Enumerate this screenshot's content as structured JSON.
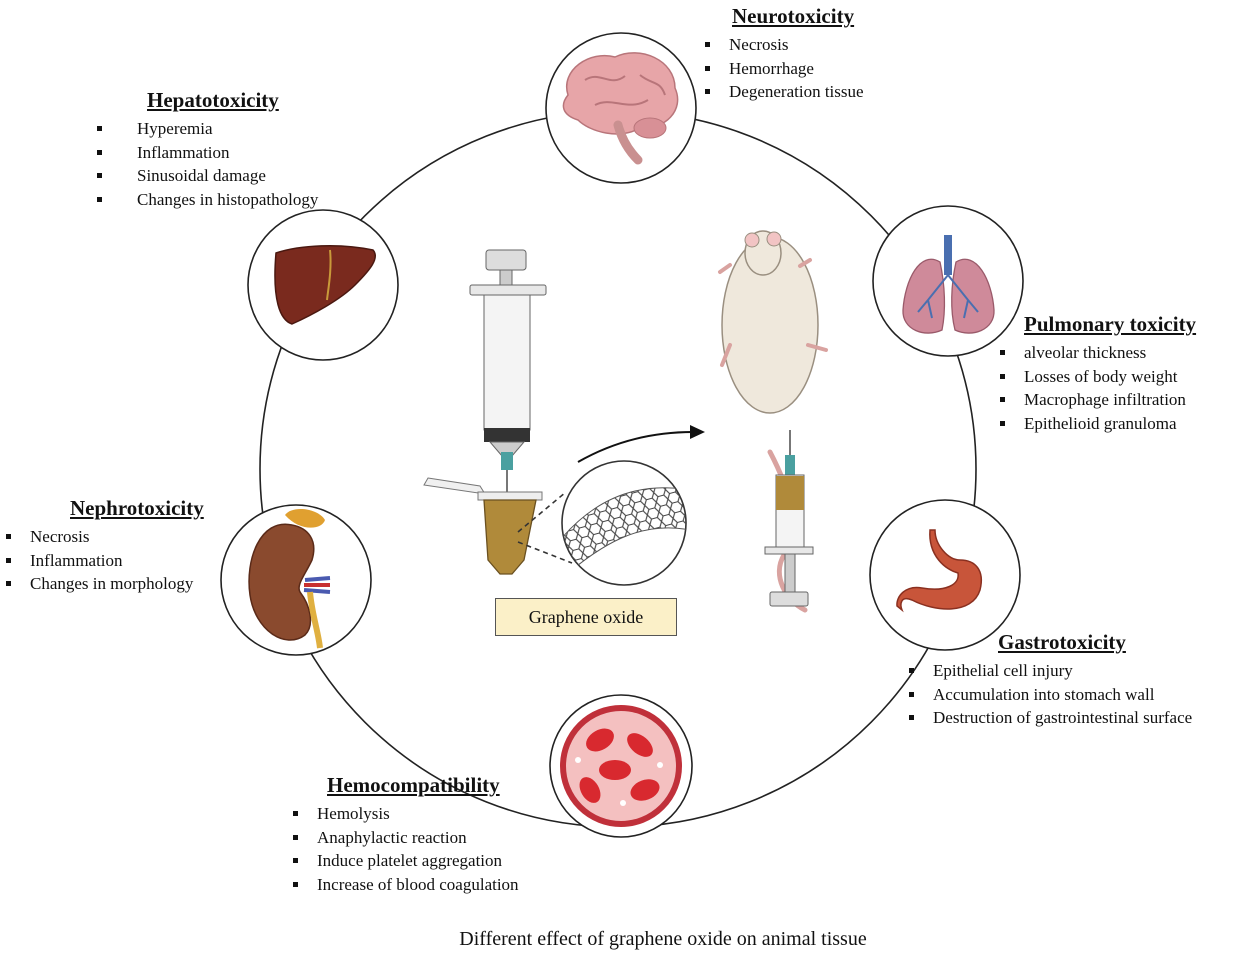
{
  "hepatotoxicity": {
    "title": "Hepatotoxicity",
    "items": [
      "Hyperemia",
      "Inflammation",
      "Sinusoidal  damage",
      "Changes in histopathology"
    ]
  },
  "neurotoxicity": {
    "title": "Neurotoxicity",
    "items": [
      "Necrosis",
      "Hemorrhage",
      "Degeneration tissue"
    ]
  },
  "pulmonary": {
    "title": "Pulmonary toxicity",
    "items": [
      "alveolar thickness",
      "Losses of body weight",
      "Macrophage infiltration",
      "Epithelioid  granuloma"
    ]
  },
  "nephrotoxicity": {
    "title": "Nephrotoxicity",
    "items": [
      "Necrosis",
      "Inflammation",
      "Changes in morphology"
    ]
  },
  "gastrotoxicity": {
    "title": "Gastrotoxicity",
    "items": [
      "Epithelial  cell injury",
      "Accumulation into stomach wall",
      "Destruction of gastrointestinal surface"
    ]
  },
  "hemocompatibility": {
    "title": "Hemocompatibility",
    "items": [
      "Hemolysis",
      "Anaphylactic reaction",
      "Induce platelet aggregation",
      "Increase of blood coagulation"
    ]
  },
  "center": {
    "label": "Graphene  oxide"
  },
  "caption": "Different  effect of graphene oxide on animal   tissue",
  "colors": {
    "liver": "#7a2a1e",
    "brain": "#e7a5a8",
    "lung": "#cf8a9a",
    "kidney": "#8a4a2e",
    "stomach": "#c8553a",
    "blood": "#d8292f",
    "rat": "#efe8dc",
    "gel": "#b08a3a",
    "label_fill": "#fbf0c8"
  }
}
